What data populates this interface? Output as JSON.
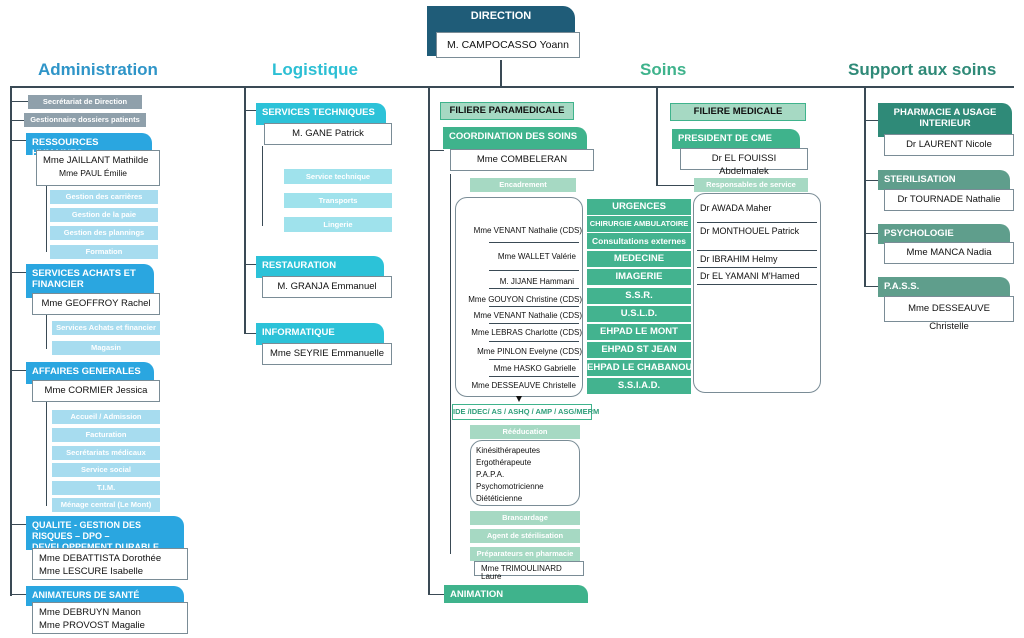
{
  "direction": {
    "title": "DIRECTION",
    "person": "M. CAMPOCASSO Yoann"
  },
  "columns": {
    "administration": "Administration",
    "logistique": "Logistique",
    "soins": "Soins",
    "support": "Support aux soins"
  },
  "admin": {
    "secretariat": "Secrétariat de Direction",
    "gestionnaire": "Gestionnaire dossiers patients",
    "rh": {
      "title": "RESSOURCES HUMAINES",
      "person1": "Mme JAILLANT Mathilde",
      "person2": "Mme PAUL Émilie",
      "subs": [
        "Gestion des carrières",
        "Gestion de la paie",
        "Gestion des plannings",
        "Formation"
      ]
    },
    "achats": {
      "title": "SERVICES ACHATS ET FINANCIER",
      "person": "Mme GEOFFROY Rachel",
      "subs": [
        "Services Achats et financier",
        "Magasin"
      ]
    },
    "affaires": {
      "title": "AFFAIRES GENERALES",
      "person": "Mme CORMIER Jessica",
      "subs": [
        "Accueil / Admission",
        "Facturation",
        "Secrétariats médicaux",
        "Service social",
        "T.I.M.",
        "Ménage central (Le Mont)"
      ]
    },
    "qualite": {
      "title": "QUALITE - GESTION DES RISQUES – DPO – DEVELOPPEMENT DURABLE",
      "person1": "Mme DEBATTISTA Dorothée",
      "person2": "Mme LESCURE Isabelle"
    },
    "animateurs": {
      "title": "ANIMATEURS DE SANTÉ PUBLIQUE",
      "person1": "Mme DEBRUYN Manon",
      "person2": "Mme PROVOST Magalie"
    }
  },
  "logistique": {
    "tech": {
      "title": "SERVICES TECHNIQUES",
      "person": "M. GANE Patrick",
      "subs": [
        "Service technique",
        "Transports",
        "Lingerie"
      ]
    },
    "restauration": {
      "title": "RESTAURATION",
      "person": "M. GRANJA Emmanuel"
    },
    "informatique": {
      "title": "INFORMATIQUE",
      "person": "Mme SEYRIE Emmanuelle"
    }
  },
  "soins": {
    "filiere_para": "FILIERE PARAMEDICALE",
    "coordination": {
      "title": "COORDINATION DES SOINS",
      "person": "Mme COMBELERAN"
    },
    "encadrement": "Encadrement",
    "cadres": [
      "Mme VENANT Nathalie (CDS)",
      "Mme WALLET Valérie",
      "M. JIJANE Hammani",
      "Mme GOUYON Christine (CDS)",
      "Mme VENANT Nathalie (CDS)",
      "Mme LEBRAS Charlotte (CDS)",
      "Mme PINLON Evelyne (CDS)",
      "Mme HASKO Gabrielle",
      "Mme DESSEAUVE Christelle"
    ],
    "services": [
      "URGENCES",
      "CHIRURGIE AMBULATOIRE",
      "Consultations externes",
      "MEDECINE",
      "IMAGERIE",
      "S.S.R.",
      "U.S.L.D.",
      "EHPAD LE MONT",
      "EHPAD ST JEAN",
      "EHPAD LE CHABANOU",
      "S.S.I.A.D."
    ],
    "ide": "IDE /IDEC/ AS / ASHQ / AMP / ASG/MERM",
    "reeducation": {
      "title": "Rééducation",
      "items": [
        "Kinésithérapeutes",
        "Ergothérapeute",
        "P.A.P.A.",
        "Psychomotricienne",
        "Diététicienne"
      ]
    },
    "brancardage": "Brancardage",
    "sterilisation_agent": "Agent de stérilisation",
    "preparateurs": {
      "title": "Préparateurs en pharmacie",
      "person": "Mme TRIMOULINARD Laure"
    },
    "animation": "ANIMATION",
    "filiere_med": "FILIERE MEDICALE",
    "president": {
      "title": "PRESIDENT DE CME",
      "person": "Dr EL FOUISSI Abdelmalek"
    },
    "responsables": "Responsables de service",
    "medecins": [
      "Dr AWADA Maher",
      "Dr MONTHOUEL Patrick",
      "Dr IBRAHIM Helmy",
      "Dr EL YAMANI M'Hamed"
    ]
  },
  "support": {
    "pharmacie": {
      "title": "PHARMACIE A USAGE INTERIEUR",
      "person": "Dr LAURENT Nicole"
    },
    "sterilisation": {
      "title": "STERILISATION",
      "person": "Dr TOURNADE Nathalie"
    },
    "psychologie": {
      "title": "PSYCHOLOGIE",
      "person": "Mme MANCA Nadia"
    },
    "pass": {
      "title": "P.A.S.S.",
      "person": "Mme DESSEAUVE Christelle"
    }
  }
}
